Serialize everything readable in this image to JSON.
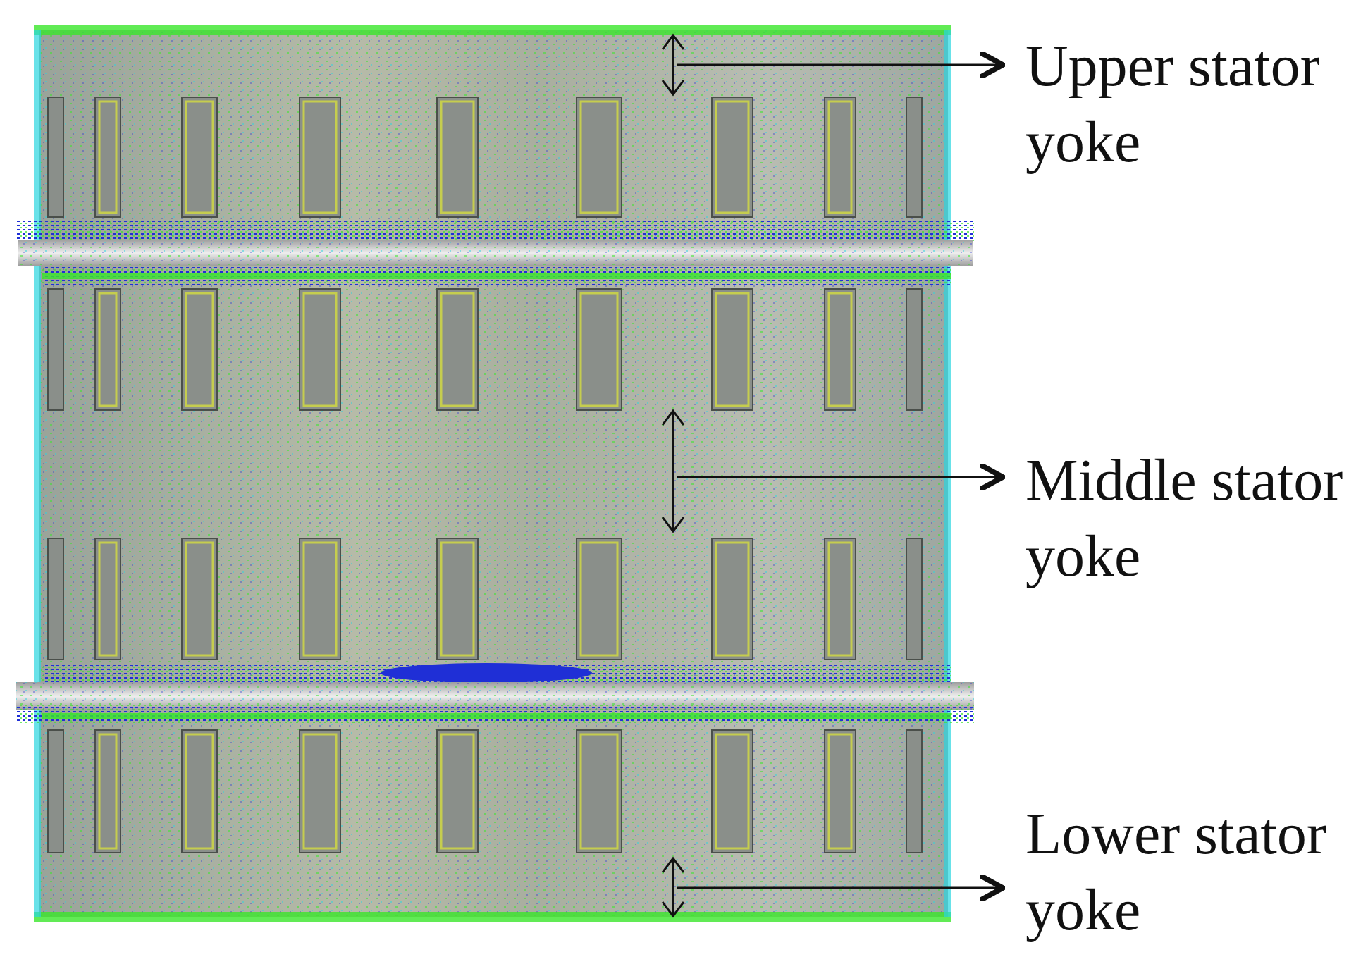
{
  "labels": {
    "upper": {
      "line1": "Upper stator",
      "line2": "yoke"
    },
    "middle": {
      "line1": "Middle stator",
      "line2": "yoke"
    },
    "lower": {
      "line1": "Lower stator",
      "line2": "yoke"
    }
  },
  "colors": {
    "stator_body": "#a9b0a4",
    "slot": "#8a8f8a",
    "rotor_disc": "#cfcfcf",
    "flux_green": "#39e62b",
    "flux_blue": "#1f2fd6",
    "flux_cyan": "#2ad6e0",
    "winding_yellow": "#d8e23a",
    "arrow": "#111111"
  }
}
